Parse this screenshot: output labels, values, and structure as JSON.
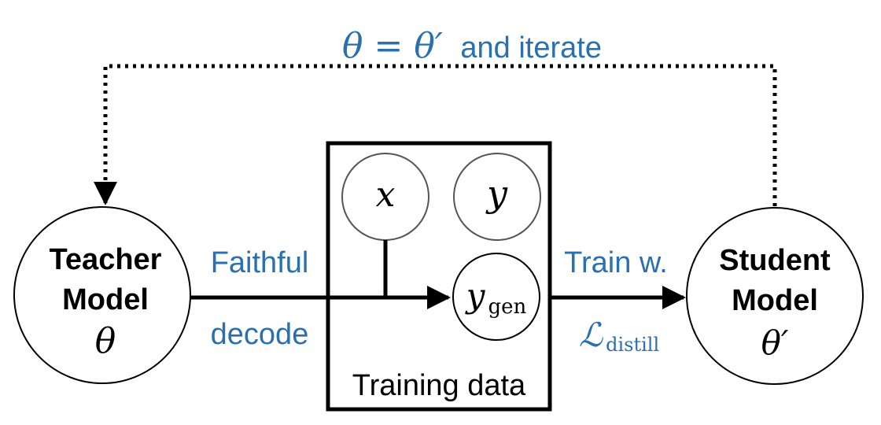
{
  "colors": {
    "accent": "#2a6fae",
    "stroke": "#000000",
    "circle_gray": "#555555"
  },
  "loop_label": {
    "math": "θ = θ′",
    "text": "and iterate"
  },
  "teacher": {
    "line1": "Teacher",
    "line2": "Model",
    "param": "θ"
  },
  "student": {
    "line1": "Student",
    "line2": "Model",
    "param": "θ′"
  },
  "left_edge": {
    "line1": "Faithful",
    "line2": "decode"
  },
  "right_edge": {
    "line1": "Train w.",
    "loss_symbol": "ℒ",
    "loss_subscript": "distill"
  },
  "training_box": {
    "label": "Training data",
    "x_symbol": "x",
    "y_symbol": "y",
    "ygen_symbol": "y",
    "ygen_subscript": "gen"
  }
}
